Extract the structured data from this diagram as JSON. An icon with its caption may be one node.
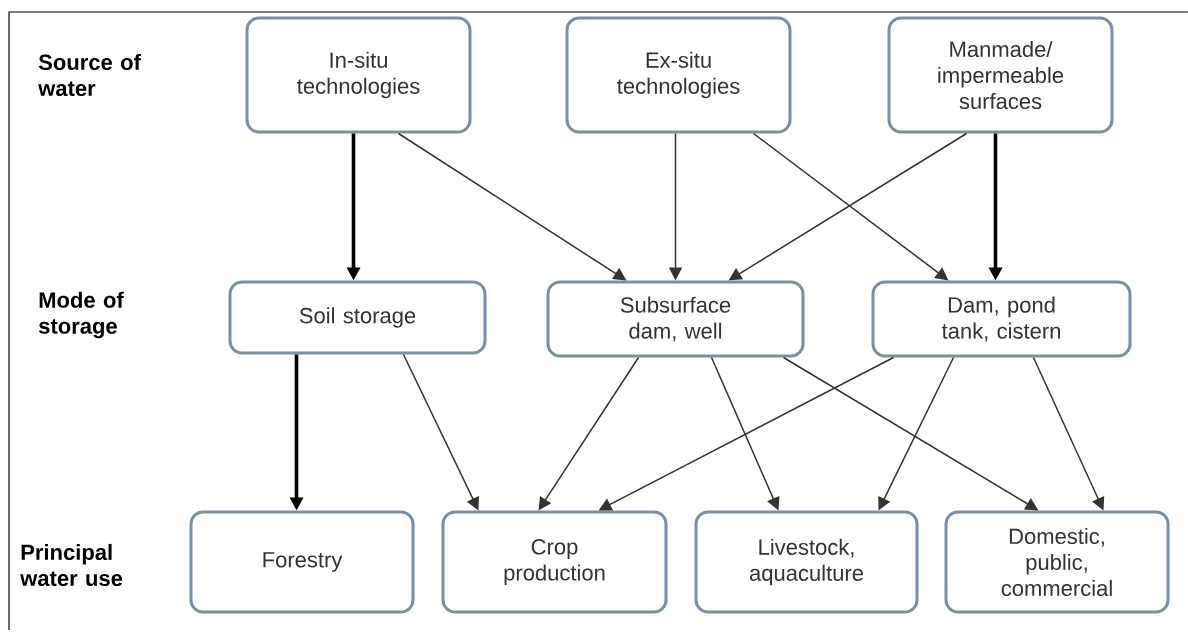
{
  "diagram": {
    "nodes": [
      {
        "text": [
          "In-situ technologies"
        ]
      },
      {
        "text": [
          "Ex-situ technologies"
        ]
      },
      {
        "text": [
          "Manmade/ impermeable surfaces"
        ]
      },
      {
        "text": [
          "Soil storage"
        ]
      },
      {
        "text": [
          "Subsurface dam, well"
        ]
      },
      {
        "text": [
          "Dam, pond tank, cistern"
        ]
      },
      {
        "text": [
          "Forestry"
        ]
      },
      {
        "text": [
          "Crop production"
        ]
      },
      {
        "text": [
          "Livestock, aquaculture"
        ]
      },
      {
        "text": [
          "Domestic, public, commercial"
        ]
      }
    ],
    "edges": [
      {
        "from": 0,
        "to": 3,
        "arrow": "to",
        "style": "thick"
      },
      {
        "from": 0,
        "to": 4,
        "arrow": "to"
      },
      {
        "from": 1,
        "to": 4,
        "arrow": "to"
      },
      {
        "from": 2,
        "to": 4,
        "arrow": "to"
      },
      {
        "from": 1,
        "to": 5,
        "arrow": "to"
      },
      {
        "from": 2,
        "to": 5,
        "arrow": "to",
        "style": "thick"
      },
      {
        "from": 3,
        "to": 6,
        "arrow": "to",
        "style": "thick"
      },
      {
        "from": 3,
        "to": 7,
        "arrow": "to"
      },
      {
        "from": 4,
        "to": 7,
        "arrow": "to"
      },
      {
        "from": 4,
        "to": 8,
        "arrow": "to"
      },
      {
        "from": 4,
        "to": 9,
        "arrow": "to"
      },
      {
        "from": 5,
        "to": 7,
        "arrow": "to"
      },
      {
        "from": 5,
        "to": 8,
        "arrow": "to"
      },
      {
        "from": 5,
        "to": 9,
        "arrow": "to"
      }
    ],
    "labels": [
      "Source of water",
      "Mode of storage",
      "Principal water use"
    ]
  }
}
